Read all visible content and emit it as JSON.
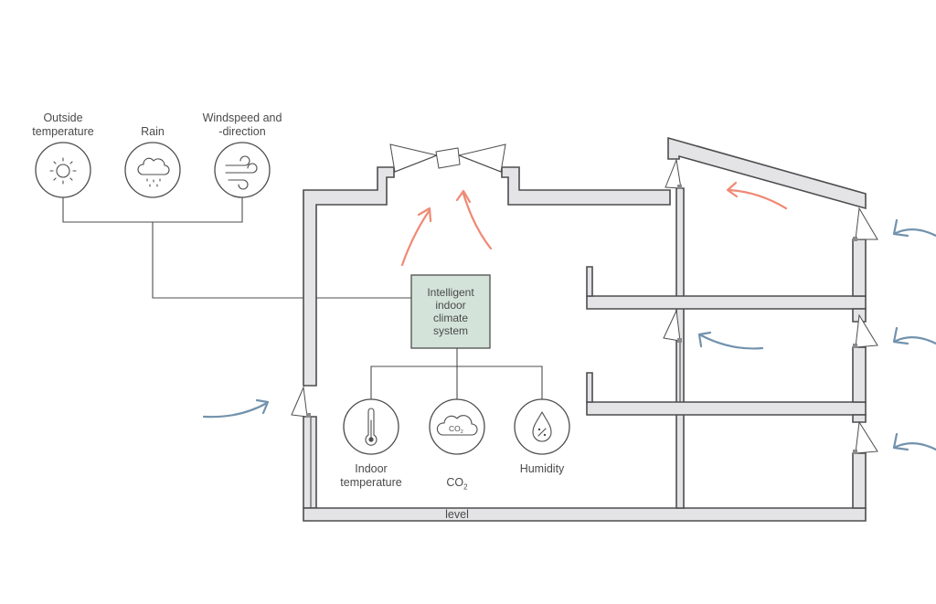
{
  "outdoor_sensors": [
    {
      "label": "Outside\ntemperature",
      "icon": "sun-icon"
    },
    {
      "label": "Rain",
      "icon": "rain-cloud-icon"
    },
    {
      "label": "Windspeed and\n-direction",
      "icon": "wind-icon"
    }
  ],
  "controller": {
    "label": "Intelligent\nindoor\nclimate\nsystem",
    "fill": "#d3e3d9"
  },
  "indoor_sensors": [
    {
      "label": "Indoor\ntemperature",
      "icon": "thermometer-icon"
    },
    {
      "label_main": "CO",
      "label_sub": "2",
      "label_line2": "level",
      "icon_text_main": "CO",
      "icon_text_sub": "2",
      "icon": "co2-cloud-icon"
    },
    {
      "label": "Humidity",
      "icon": "humidity-drop-icon"
    }
  ],
  "colors": {
    "warm_air": "#ef8a74",
    "cool_air": "#7292ad",
    "wall_fill": "#e4e4e6",
    "line": "#4d4d4f"
  }
}
